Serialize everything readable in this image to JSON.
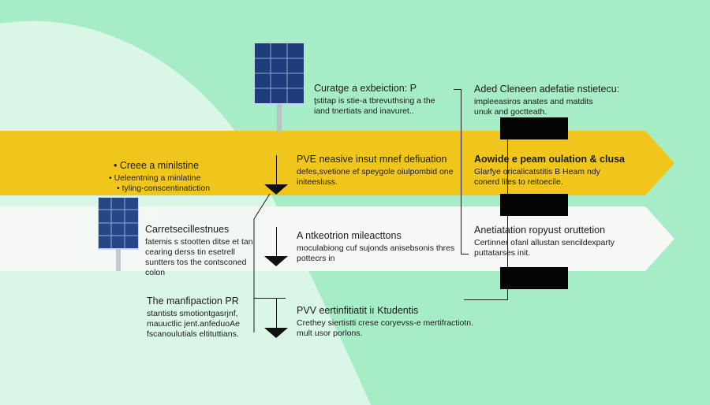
{
  "blocks": {
    "top_center": {
      "title": "Curatge a exbeiction: P",
      "lines": [
        "ţstitap is stie-a tbrevuthsing a the",
        "iand tnertiats and inavuret.."
      ]
    },
    "top_right": {
      "title": "Aded Cleneen adefatie nstietecu:",
      "lines": [
        "impleeasiros anates and matdits",
        "unuk and goctteath."
      ]
    },
    "yellow_left": {
      "title": "Creee a minilstine",
      "lines": [
        "Ueleentning a minlatine",
        "tyling-conscentinatiction"
      ]
    },
    "yellow_center": {
      "title": "PVE neasive insut mnef defiuation",
      "lines": [
        "defes,svetione ef speygole oiulpombid one",
        "initeesluss."
      ]
    },
    "yellow_right": {
      "title": "Aowide e peam oulation & clusa",
      "lines": [
        "Glarfye oricalicatstitis B Heam ndy",
        "conerd liles to reitoecile."
      ]
    },
    "white_left": {
      "title": "Carretsecillestnues",
      "lines": [
        "fatemis s stootten ditse et tan",
        "cearing derss tin esetrell",
        "suntters tos the contsconed",
        "colon"
      ]
    },
    "white_center": {
      "title": "A ntkeotrion mileacttons",
      "lines": [
        "moculabiong cuf sujonds anisebsonis thres",
        "pottecrs in"
      ]
    },
    "white_right": {
      "title": "Anetiatation ropyust oruttetion",
      "lines": [
        "Certinner ofanl allustan sencildexparty",
        "puttatarses init."
      ]
    },
    "bottom_left": {
      "title": "The manfipaction PR",
      "lines": [
        "stantists smotiontgasrjnf,",
        "mauuctlic jent.anfeduoAe",
        "fscanoulutials eltituttians."
      ]
    },
    "bottom_center": {
      "title": "PVV eertinfitiatit iı Ktudentis",
      "lines": [
        "Crethey siertistti crese coryevss-e mertifractiotn.",
        "mult usor porlons."
      ]
    }
  },
  "colors": {
    "background": "#a6ecc6",
    "light_curve": "#d9f6e6",
    "yellow_band": "#f1c61c",
    "white_band": "#f6f8f6",
    "redaction": "#050505"
  },
  "icons": [
    "solar-panel-icon",
    "solar-panel-icon",
    "arrow-down-icon"
  ]
}
